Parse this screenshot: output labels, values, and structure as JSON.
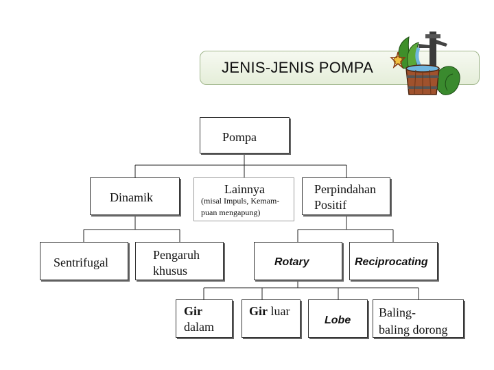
{
  "title": "JENIS-JENIS POMPA",
  "nodes": {
    "pompa": "Pompa",
    "dinamik": "Dinamik",
    "lainnya": "Lainnya",
    "lainnya_note_1": "(misal Impuls, Kemam-",
    "lainnya_note_2": "puan mengapung)",
    "perpindahan_1": "Perpindahan",
    "perpindahan_2": "Positif",
    "sentrifugal": "Sentrifugal",
    "pengaruh_1": "Pengaruh",
    "pengaruh_2": "khusus",
    "rotary": "Rotary",
    "reciprocating": "Reciprocating",
    "gir_1": "Gir",
    "gir_2": "dalam",
    "girluar_1": "Gir",
    "girluar_2": "luar",
    "lobe": "Lobe",
    "baling_1": "Baling-",
    "baling_2": "baling dorong"
  },
  "icons": [
    "water-pump-bucket-clipart"
  ]
}
